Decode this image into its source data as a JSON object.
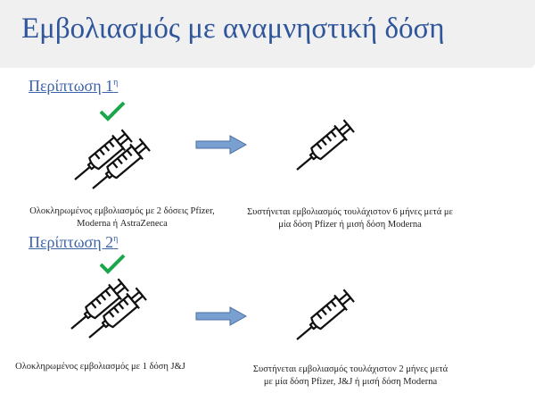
{
  "header": {
    "title": "Εμβολιασμός με αναμνηστική δόση"
  },
  "cases": [
    {
      "label": "Περίπτωση 1",
      "suffix": "η",
      "current": "Ολοκληρωμένος εμβολιασμός με 2 δόσεις Pfizer, Moderna ή AstraZeneca",
      "recommendation": "Συστήνεται εμβολιασμός τουλάχιστον 6 μήνες μετά με μία δόση Pfizer ή μισή δόση Moderna"
    },
    {
      "label": "Περίπτωση 2",
      "suffix": "η",
      "current": "Ολοκληρωμένος εμβολιασμός με 1 δόση J&J",
      "recommendation": "Συστήνεται εμβολιασμός τουλάχιστον 2 μήνες μετά με μία δόση Pfizer, J&J ή μισή δόση Moderna"
    }
  ],
  "colors": {
    "title": "#2f559b",
    "check": "#1aa64b",
    "arrow": "#7a9fd1"
  }
}
